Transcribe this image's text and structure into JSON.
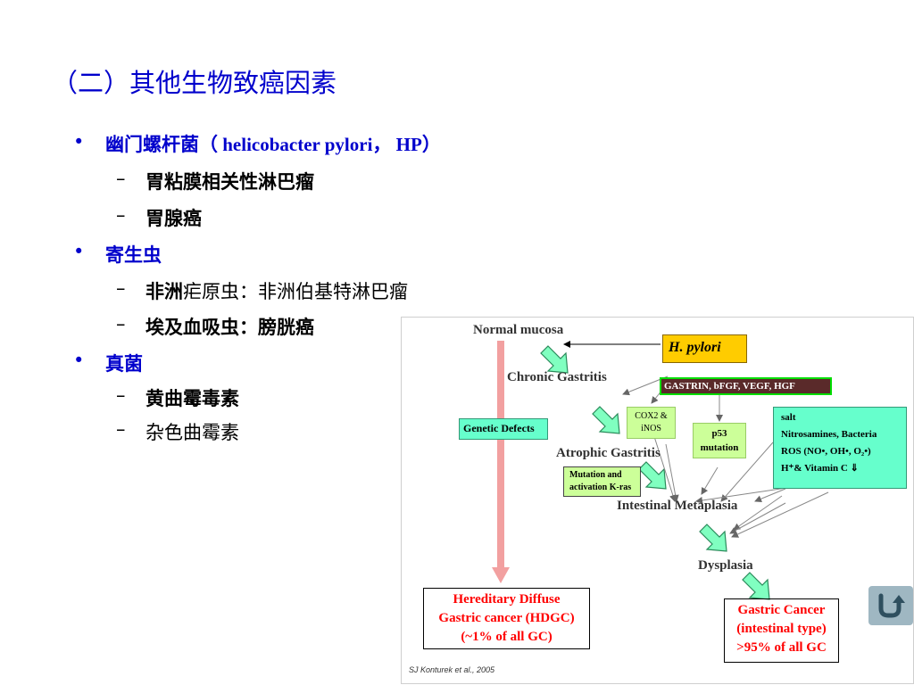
{
  "slide": {
    "title": "（二）其他生物致癌因素",
    "bullets": [
      {
        "label_cn": "幽门螺杆菌（",
        "label_latin": " helicobacter pylori，  HP）"
      },
      {
        "label": "寄生虫"
      },
      {
        "label": "真菌"
      }
    ],
    "sub_hp": [
      "胃粘膜相关性淋巴瘤",
      "胃腺癌"
    ],
    "sub_parasite_1": {
      "bold": "非洲",
      "rest": "疟原虫：非洲伯基特淋巴瘤"
    },
    "sub_parasite_2": "埃及血吸虫：膀胱癌",
    "sub_fungus": [
      "黄曲霉毒素",
      "杂色曲霉素"
    ]
  },
  "diagram": {
    "normal_mucosa": "Normal mucosa",
    "chronic_gastritis": "Chronic Gastritis",
    "atrophic_gastritis": "Atrophic Gastritis",
    "intestinal_metaplasia": "Intestinal Metaplasia",
    "dysplasia": "Dysplasia",
    "h_pylori": "H. pylori",
    "growth_factors": "GASTRIN, bFGF, VEGF, HGF",
    "genetic_defects": "Genetic Defects",
    "cox2_line1": "COX2 &",
    "cox2_line2": "iNOS",
    "p53_line1": "p53",
    "p53_line2": "mutation",
    "salt_line1": "salt",
    "salt_line2": "Nitrosamines, Bacteria",
    "salt_line3": "ROS  (NO•,  OH•, O₂•)",
    "salt_line4": "H⁺& Vitamin C ⇓",
    "kras_line1": "Mutation and",
    "kras_line2": "activation   K-ras",
    "hdgc_line1": "Hereditary Diffuse",
    "hdgc_line2": "Gastric cancer (HDGC)",
    "hdgc_line3": "(~1% of all GC)",
    "gc_line1": "Gastric Cancer",
    "gc_line2": "(intestinal type)",
    "gc_line3": ">95% of all GC",
    "citation": "SJ Konturek et al., 2005"
  },
  "colors": {
    "title_blue": "#0000cc",
    "teal_box": "#66ffcc",
    "lightgreen_box": "#ccff99",
    "hpylori_box": "#ffcc00",
    "dark_box": "#5a2a2a",
    "red_text": "#ff0000",
    "pink_arrow": "#f2a0a0"
  },
  "icons": {
    "back": "u-turn-arrow-icon"
  }
}
